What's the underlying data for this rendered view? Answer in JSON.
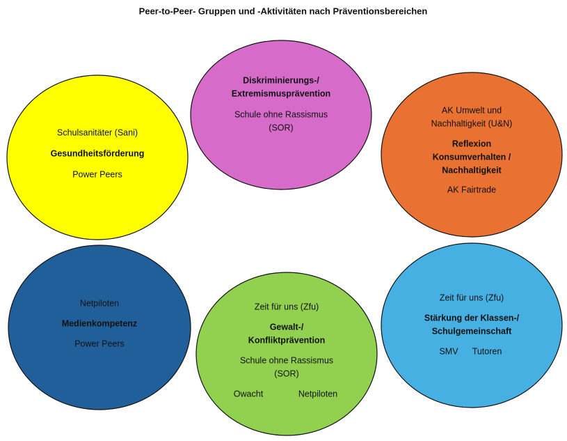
{
  "title": "Peer-to-Peer- Gruppen und -Aktivitäten nach Präventionsbereichen",
  "colors": {
    "yellow": "#FFFF00",
    "pink": "#D66BC9",
    "orange": "#E97132",
    "dark_blue": "#215F9A",
    "green": "#92D050",
    "light_blue": "#45B0E1"
  },
  "areas": {
    "discrimination": {
      "heading_1": "Diskriminierungs-/",
      "heading_2": "Extremismusprävention",
      "group_1a": "Schule ohne Rassismus",
      "group_1b": "(SOR)"
    },
    "health": {
      "group_1": "Schulsanitäter (Sani)",
      "heading": "Gesundheitsförderung",
      "group_2": "Power Peers"
    },
    "consumption": {
      "group_1a": "AK Umwelt und",
      "group_1b": "Nachhaltigkeit (U&N)",
      "heading_1": "Reflexion",
      "heading_2": "Konsumverhalten /",
      "heading_3": "Nachhaltigkeit",
      "group_2": "AK Fairtrade"
    },
    "media": {
      "group_1": "Netpiloten",
      "heading": "Medienkompetenz",
      "group_2": "Power Peers"
    },
    "violence": {
      "group_1": "Zeit für uns (Zfu)",
      "heading_1": "Gewalt-/",
      "heading_2": "Konfliktprävention",
      "group_2a": "Schule ohne Rassismus",
      "group_2b": "(SOR)",
      "group_3": "Owacht",
      "group_4": "Netpiloten"
    },
    "community": {
      "group_1": "Zeit für uns (Zfu)",
      "heading_1": "Stärkung der Klassen-/",
      "heading_2": "Schulgemeinschaft",
      "group_2": "SMV",
      "group_3": "Tutoren"
    }
  }
}
